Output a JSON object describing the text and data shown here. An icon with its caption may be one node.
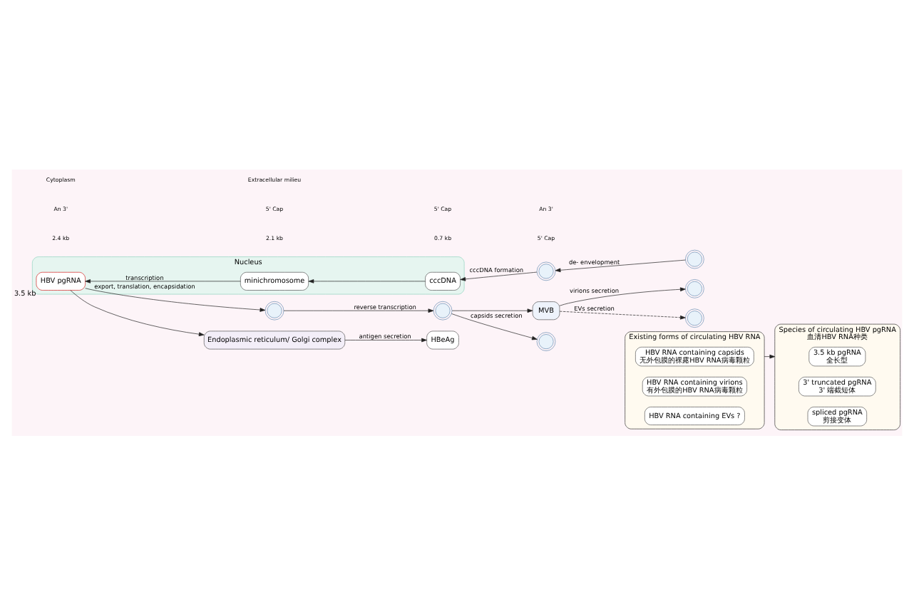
{
  "diagram": {
    "nodes": [
      {
        "text": [
          "Nucleus"
        ]
      },
      {
        "text": [
          "HBV pgRNA"
        ],
        "beside": [
          "3.5 kb"
        ],
        "in": 0
      },
      {
        "text": [
          "minichromosome"
        ],
        "in": 0
      },
      {
        "text": [
          "cccDNA"
        ],
        "in": 0
      },
      {
        "text": [],
        "shape": "picture"
      },
      {
        "text": [],
        "shape": "picture"
      },
      {
        "text": [
          "MVB"
        ]
      },
      {
        "text": [],
        "shape": "picture"
      },
      {
        "text": [],
        "shape": "picture"
      },
      {
        "text": [],
        "shape": "picture"
      },
      {
        "text": [
          "Endoplasmic reticulum/ Golgi complex"
        ]
      },
      {
        "text": [
          "HBeAg"
        ]
      },
      {
        "text": [],
        "shape": "picture"
      },
      {
        "text": [],
        "shape": "picture"
      },
      {
        "text": [
          "Existing forms of circulating HBV RNA"
        ]
      },
      {
        "text": [
          "HBV RNA containing capsids",
          "无外包膜的裸露HBV RNA病毒颗粒"
        ],
        "in": 14
      },
      {
        "text": [
          "HBV RNA containing virions",
          "有外包膜的HBV RNA病毒颗粒"
        ],
        "in": 14
      },
      {
        "text": [
          "HBV RNA containing EVs ?"
        ],
        "in": 14
      },
      {
        "text": [
          "Species of circulating HBV pgRNA",
          "血清HBV RNA种类"
        ]
      },
      {
        "text": [
          "3.5 kb pgRNA",
          "全长型"
        ],
        "in": 18
      },
      {
        "text": [
          "3' truncated pgRNA",
          "3' 端截短体"
        ],
        "in": 18
      },
      {
        "text": [
          "spliced pgRNA",
          "剪接变体"
        ],
        "in": 18
      }
    ],
    "edges": [
      {
        "from": 1,
        "to": 4,
        "arrow": "to",
        "label": "export, translation, encapsidation"
      },
      {
        "from": 4,
        "to": 5,
        "arrow": "to",
        "label": "reverse transcription"
      },
      {
        "from": 5,
        "to": 6,
        "arrow": "to"
      },
      {
        "from": 6,
        "to": 7,
        "arrow": "to",
        "label": "virions secretion"
      },
      {
        "from": 5,
        "to": 8,
        "arrow": "to",
        "label": "capsids secretion"
      },
      {
        "from": 6,
        "to": 9,
        "arrow": "to",
        "label": "EVs secretion",
        "style": "dashed"
      },
      {
        "from": 1,
        "to": 10,
        "arrow": "to"
      },
      {
        "from": 10,
        "to": 11,
        "arrow": "to",
        "label": "antigen secretion"
      },
      {
        "from": 12,
        "to": 13,
        "arrow": "to",
        "label": "de- envelopment"
      },
      {
        "from": 13,
        "to": 3,
        "arrow": "to",
        "label": "cccDNA formation"
      },
      {
        "from": 3,
        "to": 2,
        "arrow": "to"
      },
      {
        "from": 2,
        "to": 1,
        "arrow": "to",
        "label": "transcription"
      },
      {
        "from": 14,
        "to": 18,
        "arrow": "to"
      }
    ],
    "labels": [
      "2.4 kb",
      "2.1 kb",
      "0.7 kb",
      "5' Cap",
      "An 3'",
      "5' Cap",
      "5' Cap",
      "An 3'",
      "Cytoplasm",
      "Extracellular milieu"
    ]
  }
}
